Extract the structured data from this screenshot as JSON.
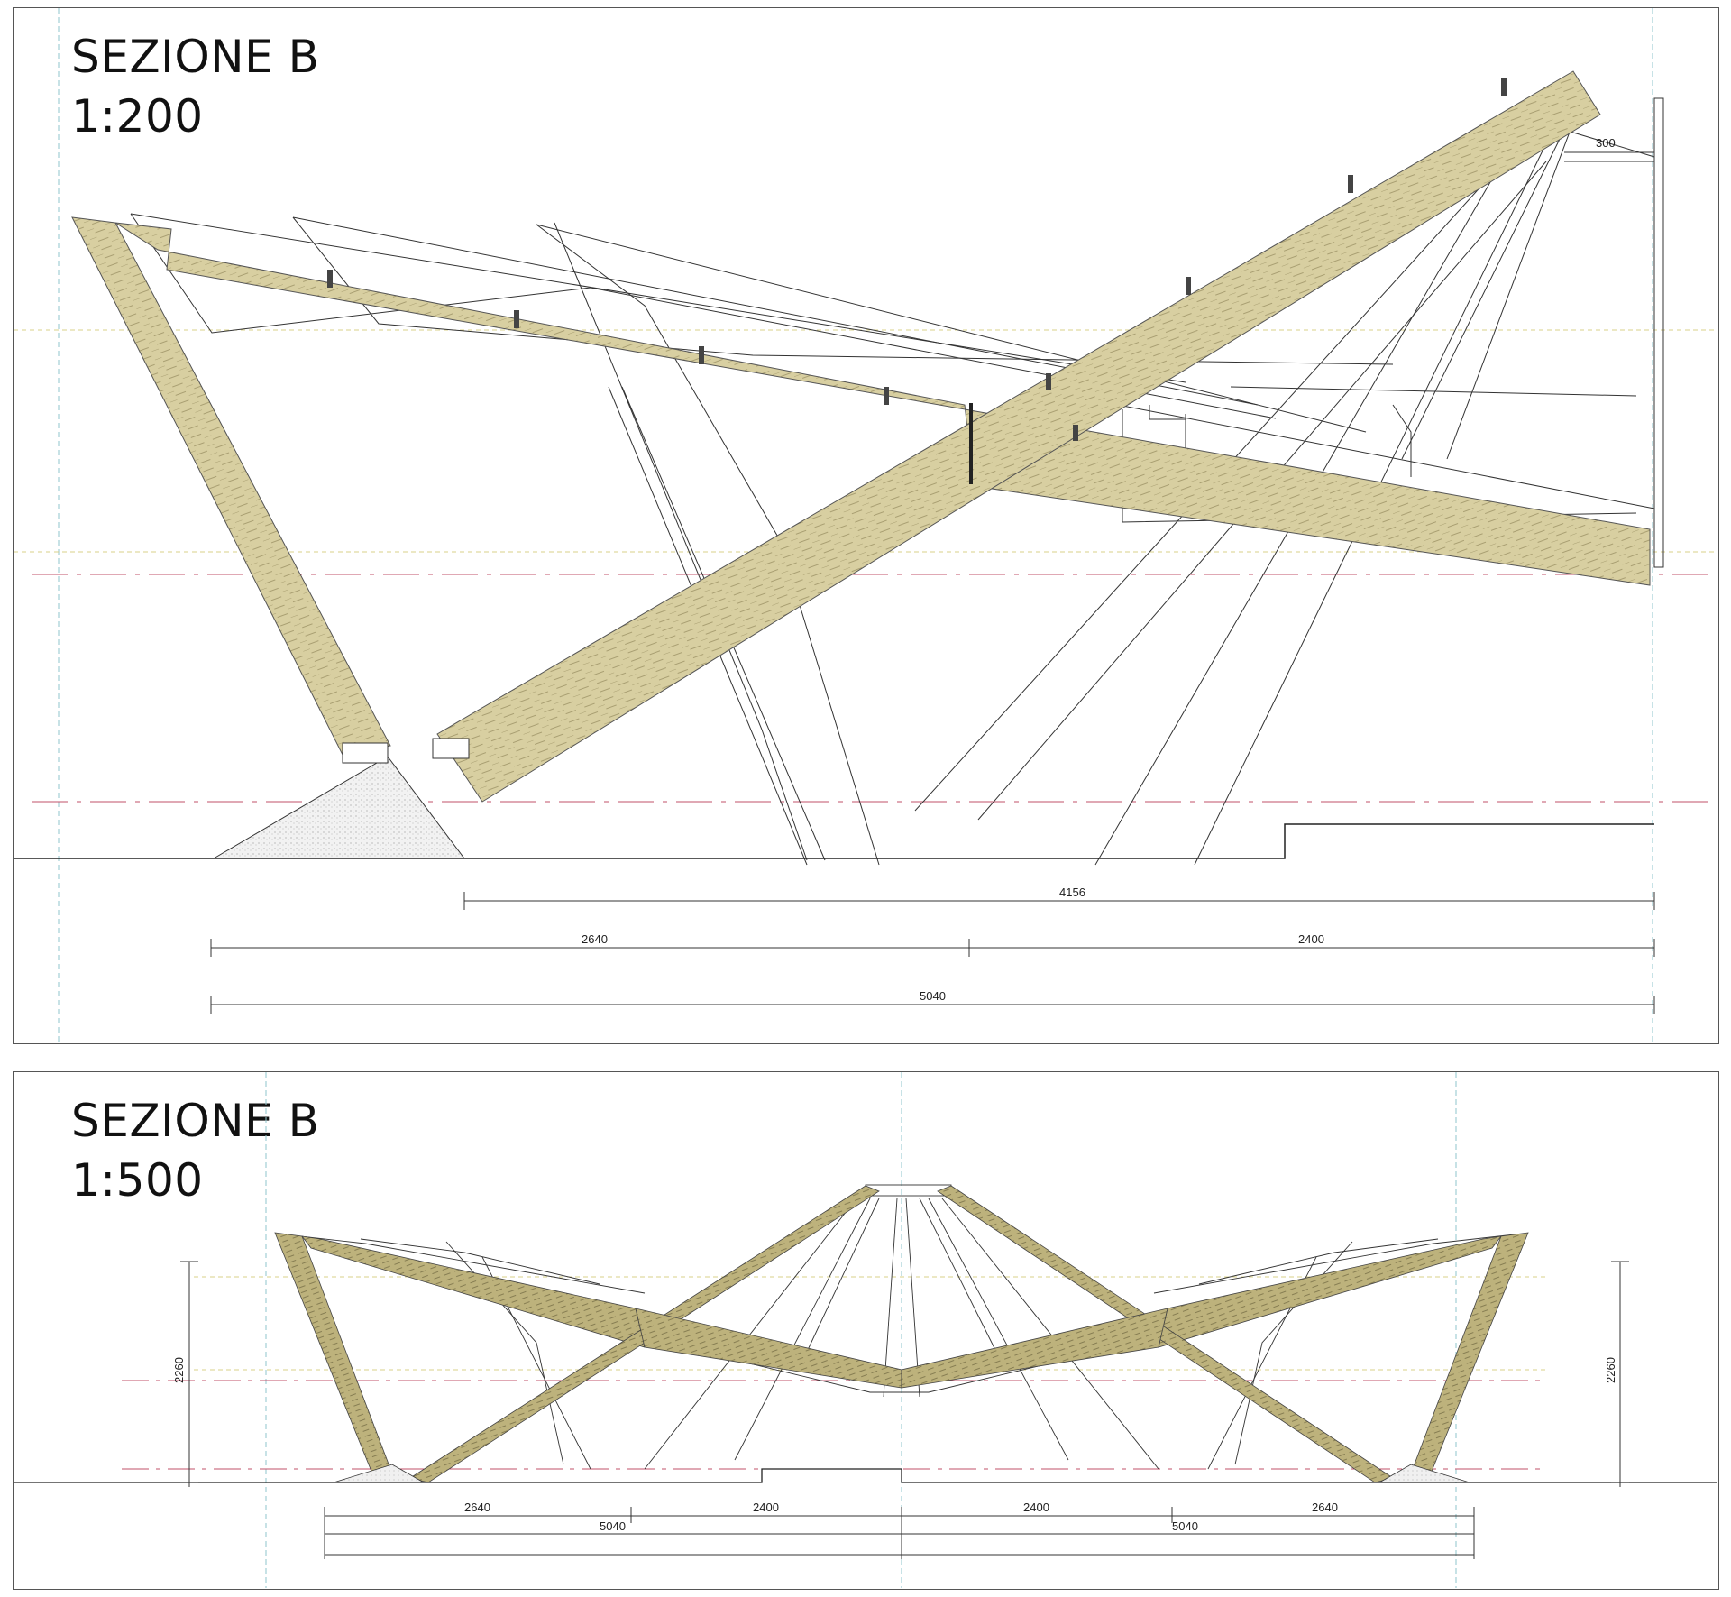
{
  "top_panel": {
    "title": "SEZIONE B",
    "scale": "1:200",
    "dimensions": {
      "d4156": "4156",
      "d2640": "2640",
      "d2400": "2400",
      "d5040": "5040",
      "d300": "300"
    }
  },
  "bottom_panel": {
    "title": "SEZIONE B",
    "scale": "1:500",
    "dimensions": {
      "left_2640": "2640",
      "left_2400": "2400",
      "right_2400": "2400",
      "right_2640": "2640",
      "left_5040": "5040",
      "right_5040": "5040",
      "height_left": "2260",
      "height_right": "2260"
    }
  },
  "colors": {
    "timber": "#d6cd9e",
    "timber_dark": "#b8ad78",
    "line": "#333333",
    "axis_red": "#c0506a",
    "axis_yellow": "#d9d08a",
    "axis_cyan": "#8fc6cc"
  }
}
